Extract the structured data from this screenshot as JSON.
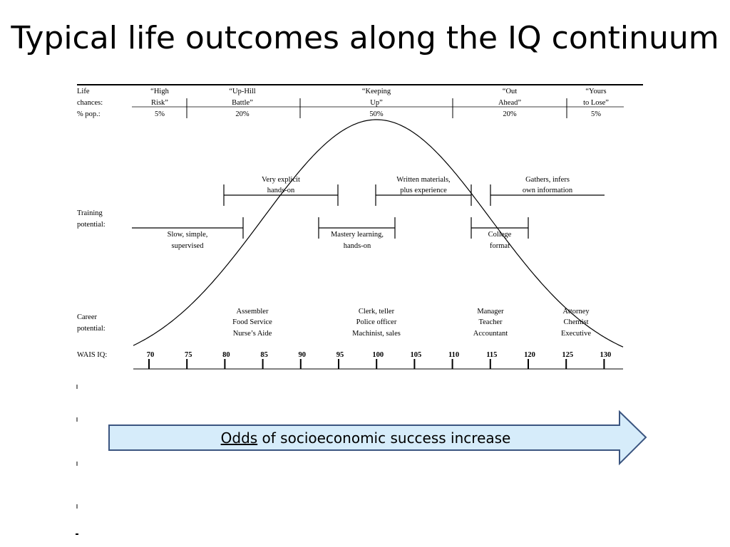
{
  "title": "Typical life outcomes along the IQ continuum",
  "life_chances": {
    "labels": [
      "Life",
      "chances:",
      "% pop.:"
    ],
    "groups": [
      {
        "line1": "“High",
        "line2": "Risk”",
        "pct": "5%"
      },
      {
        "line1": "“Up-Hill",
        "line2": "Battle”",
        "pct": "20%"
      },
      {
        "line1": "“Keeping",
        "line2": "Up”",
        "pct": "50%"
      },
      {
        "line1": "“Out",
        "line2": "Ahead”",
        "pct": "20%"
      },
      {
        "line1": "“Yours",
        "line2": "to Lose”",
        "pct": "5%"
      }
    ]
  },
  "training": {
    "label": [
      "Training",
      "potential:"
    ],
    "upper": [
      {
        "line1": "Very explicit",
        "line2": "hands-on"
      },
      {
        "line1": "Written materials,",
        "line2": "plus experience"
      },
      {
        "line1": "Gathers, infers",
        "line2": "own information"
      }
    ],
    "lower": [
      {
        "line1": "Slow, simple,",
        "line2": "supervised"
      },
      {
        "line1": "Mastery learning,",
        "line2": "hands-on"
      },
      {
        "line1": "College",
        "line2": "format"
      }
    ]
  },
  "career": {
    "label": [
      "Career",
      "potential:"
    ],
    "groups": [
      [
        "Assembler",
        "Food Service",
        "Nurse’s Aide"
      ],
      [
        "Clerk, teller",
        "Police officer",
        "Machinist, sales"
      ],
      [
        "Manager",
        "Teacher",
        "Accountant"
      ],
      [
        "Attorney",
        "Chemist",
        "Executive"
      ]
    ]
  },
  "axis": {
    "label": "WAIS IQ:",
    "ticks": [
      "70",
      "75",
      "80",
      "85",
      "90",
      "95",
      "100",
      "105",
      "110",
      "115",
      "120",
      "125",
      "130"
    ]
  },
  "arrow": {
    "word": "Odds",
    "rest": " of socioeconomic success increase",
    "fill": "#d6ecfa",
    "stroke": "#3b5580"
  }
}
